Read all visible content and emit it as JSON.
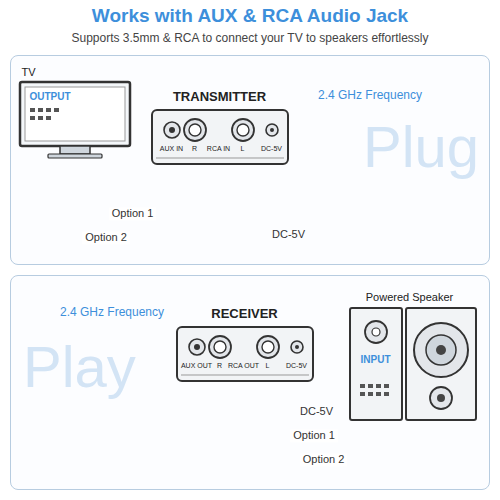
{
  "diagram": {
    "title": "Works with AUX & RCA Audio Jack",
    "caption": "Supports 3.5mm & RCA to connect your TV to speakers effortlessly",
    "nodes": [
      {
        "text": [
          "Plug"
        ]
      },
      {
        "text": [
          "TV",
          "OUTPUT"
        ],
        "in": 0
      },
      {
        "text": [
          "TRANSMITTER",
          "AUX IN",
          "R",
          "RCA IN",
          "L",
          "DC-5V"
        ],
        "in": 0
      },
      {
        "text": [
          "Play"
        ]
      },
      {
        "text": [
          "RECEIVER",
          "AUX OUT",
          "R",
          "RCA OUT",
          "L",
          "DC-5V"
        ],
        "in": 3
      },
      {
        "text": [
          "Powered Speaker",
          "INPUT"
        ],
        "in": 3
      }
    ],
    "edges": [
      {
        "from": 1,
        "to": 2,
        "label": "Option 1",
        "arrow": "none"
      },
      {
        "from": 1,
        "to": 2,
        "label": "Option 2",
        "arrow": "none"
      },
      {
        "from": 4,
        "to": 5,
        "label": "Option 1",
        "arrow": "none"
      },
      {
        "from": 4,
        "to": 5,
        "label": "Option 2",
        "arrow": "none"
      }
    ],
    "labels": [
      "2.4 GHz Frequency",
      "DC-5V",
      "2.4 GHz Frequency",
      "DC-5V"
    ]
  }
}
